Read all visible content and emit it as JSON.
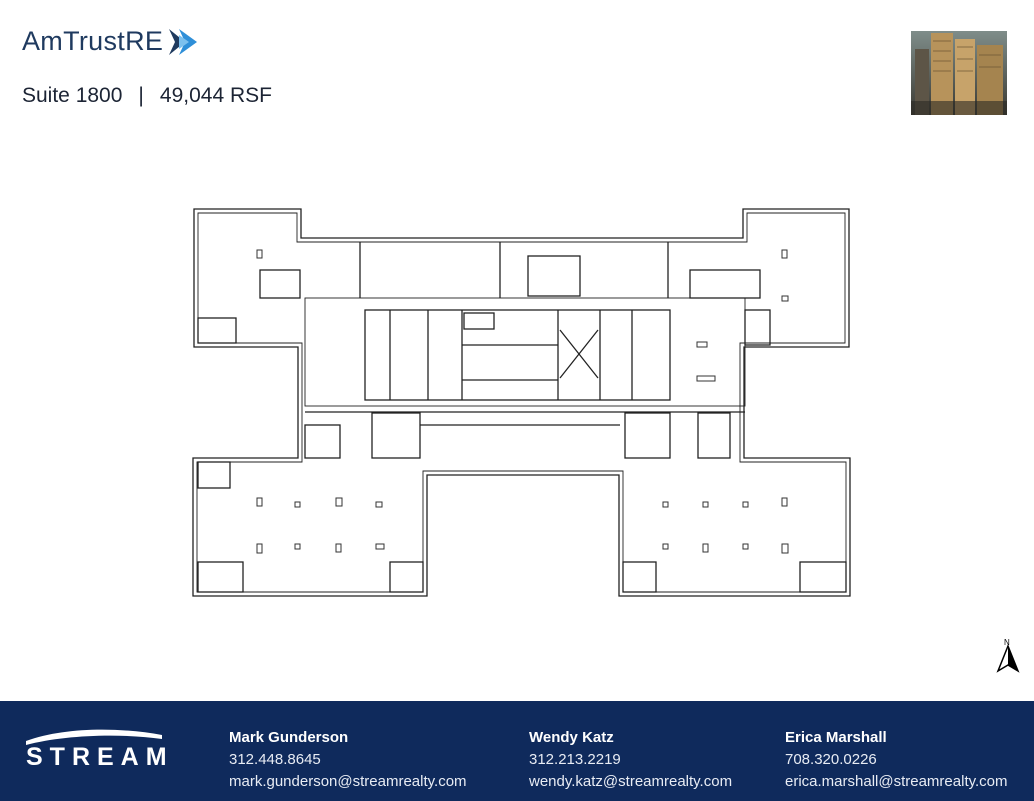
{
  "header": {
    "logo_text": "AmTrustRE",
    "suite": "Suite 1800",
    "separator": "|",
    "area": "49,044 RSF"
  },
  "building_image": {
    "name": "135 building"
  },
  "north_label": "N",
  "footer": {
    "brand": "STREAM",
    "contacts": [
      {
        "name": "Mark Gunderson",
        "phone": "312.448.8645",
        "email": "mark.gunderson@streamrealty.com"
      },
      {
        "name": "Wendy Katz",
        "phone": "312.213.2219",
        "email": "wendy.katz@streamrealty.com"
      },
      {
        "name": "Erica Marshall",
        "phone": "708.320.0226",
        "email": "erica.marshall@streamrealty.com"
      }
    ]
  },
  "colors": {
    "brand_navy": "#0f2a5c",
    "logo_blue": "#1f3a5f",
    "accent_blue": "#2f8fd8"
  }
}
